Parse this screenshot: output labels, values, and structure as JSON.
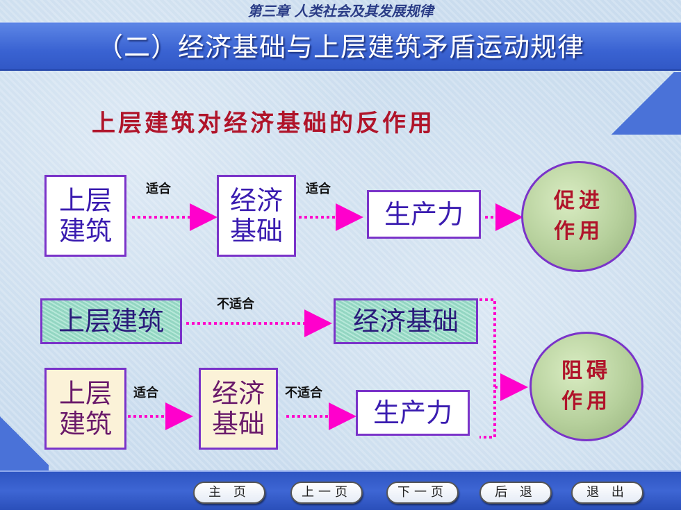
{
  "header": {
    "chapter": "第三章     人类社会及其发展规律",
    "title": "（二）经济基础与上层建筑矛盾运动规律"
  },
  "subtitle": "上层建筑对经济基础的反作用",
  "row1": {
    "box1": "上层\n建筑",
    "label1": "适合",
    "box2": "经济\n基础",
    "label2": "适合",
    "box3": "生产力",
    "circle_line1": "促进",
    "circle_line2": "作用"
  },
  "row2": {
    "box1": "上层建筑",
    "label1": "不适合",
    "box2": "经济基础"
  },
  "row3": {
    "box1": "上层\n建筑",
    "label1": "适合",
    "box2": "经济\n基础",
    "label2": "不适合",
    "box3": "生产力"
  },
  "circle2": {
    "line1": "阻碍",
    "line2": "作用"
  },
  "nav": {
    "home": "主 页",
    "prev": "上一页",
    "next": "下一页",
    "back": "后 退",
    "exit": "退 出"
  },
  "colors": {
    "title_bar": "#3a63d2",
    "accent_red": "#b0142a",
    "box_border": "#7a33c9",
    "arrow_magenta": "#ff00cc"
  }
}
